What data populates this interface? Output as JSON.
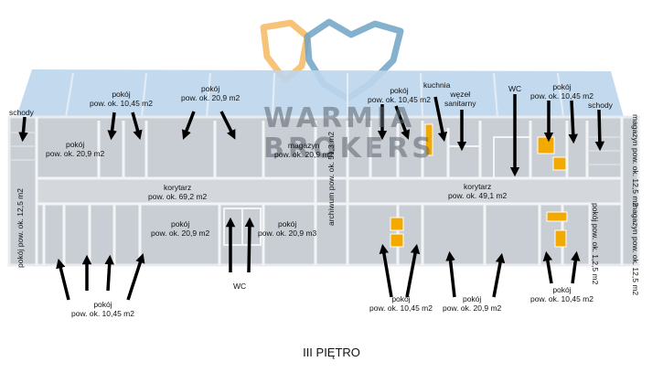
{
  "watermark": {
    "line1": "WARMIA",
    "line2": "BROKERS"
  },
  "floor_title": "III PIĘTRO",
  "colors": {
    "building": "#c9ced4",
    "wall": "#f2f4f6",
    "glass": "#bcd6ec",
    "accent": "#f2a900",
    "logo_orange": "#f4b962",
    "logo_blue": "#6fa3c4"
  },
  "labels": {
    "schody_left": "schody",
    "schody_right": "schody",
    "kuchnia": "kuchnia",
    "wezel_1": "węzeł",
    "wezel_2": "sanitarny",
    "wc_top": "WC",
    "wc_bottom": "WC",
    "room_word": "pokój",
    "area_1045": "pow. ok. 10,45 m2",
    "area_209": "pow. ok. 20,9 m2",
    "area_209b": "pow. ok. 20,9 m3",
    "area_125": "pow. ok. 12,5 m2",
    "area_125b": "pow. ok. 1,2,5 m2",
    "korytarz": "korytarz",
    "korytarz_left_area": "pow. ok. 69,2 m2",
    "korytarz_right_area": "pow. ok. 49,1 m2",
    "archiwum": "archiwum",
    "archiwum_area": "pow. ok. 51,3 m2",
    "magazyn": "magazyn",
    "magazyn_area": "pow. ok. 12,5 m2"
  }
}
